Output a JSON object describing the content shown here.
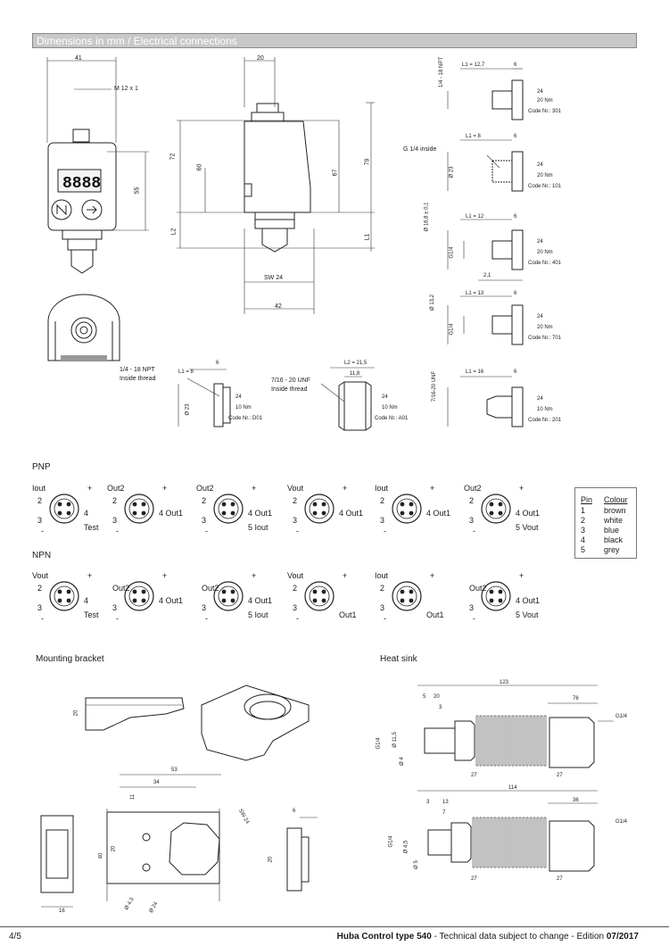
{
  "header": {
    "title": "Dimensions in mm / Electrical connections"
  },
  "front_view": {
    "dims": {
      "width": "41",
      "thread": "M 12 x 1",
      "height": "55"
    },
    "display": "8888"
  },
  "side_view": {
    "dims": {
      "top": "20",
      "h72": "72",
      "h60": "60",
      "h67": "67",
      "h79": "79",
      "l2": "L2",
      "l1": "L1",
      "sw": "SW 24",
      "w42": "42"
    }
  },
  "connectors": [
    {
      "l1": "L1 = 12,7",
      "w": "6",
      "left_dim": "1/4 - 18 NPT",
      "torque1": "24",
      "torque2": "20 Nm",
      "code": "Code Nr.: 301"
    },
    {
      "l1": "L1 = 8",
      "w": "6",
      "left_dim": "Ø 23",
      "label": "G 1/4 inside",
      "torque1": "24",
      "torque2": "20 Nm",
      "code": "Code Nr.: 101"
    },
    {
      "l1": "L1 = 12",
      "w": "6",
      "left_dim": "Ø 16,8 ± 0,1",
      "left_dim2": "G1/4",
      "extra": "2,1",
      "torque1": "24",
      "torque2": "20 Nm",
      "code": "Code Nr.: 401"
    },
    {
      "l1": "L1 = 13",
      "w": "6",
      "left_dim": "Ø 13,2",
      "left_dim2": "G1/4",
      "torque1": "24",
      "torque2": "20 Nm",
      "code": "Code Nr.: 701"
    },
    {
      "l1": "L1 = 16",
      "w": "6",
      "left_dim": "7/16-20 UNF",
      "torque1": "24",
      "torque2": "10 Nm",
      "code": "Code Nr.: 201"
    }
  ],
  "inside_threads": [
    {
      "title": "1/4 - 18 NPT",
      "subtitle": "Inside thread",
      "l1": "L1 = 8",
      "w": "6",
      "dia": "Ø 23",
      "torque1": "24",
      "torque2": "10 Nm",
      "code": "Code Nr.: D01"
    },
    {
      "title": "7/16 - 20 UNF",
      "subtitle": "Inside thread",
      "l2": "L2 = 21,5",
      "w": "11,8",
      "torque1": "24",
      "torque2": "10 Nm",
      "code": "Code Nr.: A01"
    }
  ],
  "pnp": {
    "label": "PNP",
    "diagrams": [
      {
        "tl": "Iout",
        "tr": "+",
        "r": "4",
        "bl": "-",
        "br": "Test",
        "l": "2",
        "b": "3",
        "extra": ""
      },
      {
        "tl": "Out2",
        "tr": "+",
        "r": "4 Out1",
        "bl": "-",
        "br": "",
        "l": "2",
        "b": "3",
        "extra": ""
      },
      {
        "tl": "Out2",
        "tr": "+",
        "r": "4 Out1",
        "bl": "-",
        "br": "5  Iout",
        "l": "2",
        "b": "3",
        "extra": ""
      },
      {
        "tl": "Vout",
        "tr": "+",
        "r": "4 Out1",
        "bl": "-",
        "br": "",
        "l": "2",
        "b": "3",
        "extra": ""
      },
      {
        "tl": "Iout",
        "tr": "+",
        "r": "4 Out1",
        "bl": "-",
        "br": "",
        "l": "2",
        "b": "3",
        "extra": ""
      },
      {
        "tl": "Out2",
        "tr": "+",
        "r": "4 Out1",
        "bl": "-",
        "br": "5  Vout",
        "l": "2",
        "b": "3",
        "extra": ""
      }
    ]
  },
  "npn": {
    "label": "NPN",
    "diagrams": [
      {
        "tl": "Vout",
        "tr": "+",
        "r": "4",
        "bl": "-",
        "br": "Test",
        "l": "2",
        "b": "3"
      },
      {
        "tl": "",
        "tr": "+",
        "r": "4 Out1",
        "bl": "-",
        "br": "",
        "l": "Out2",
        "b": "3"
      },
      {
        "tl": "",
        "tr": "+",
        "r": "4 Out1",
        "bl": "-",
        "br": "5  Iout",
        "l": "Out2",
        "b": "3"
      },
      {
        "tl": "Vout",
        "tr": "+",
        "r": "",
        "bl": "-",
        "br": "Out1",
        "l": "2",
        "b": "3"
      },
      {
        "tl": "Iout",
        "tr": "+",
        "r": "",
        "bl": "-",
        "br": "Out1",
        "l": "2",
        "b": "3"
      },
      {
        "tl": "",
        "tr": "+",
        "r": "4 Out1",
        "bl": "-",
        "br": "5  Vout",
        "l": "Out2",
        "b": "3"
      }
    ]
  },
  "pin_table": {
    "headers": [
      "Pin",
      "Colour"
    ],
    "rows": [
      [
        "1",
        "brown"
      ],
      [
        "2",
        "white"
      ],
      [
        "3",
        "blue"
      ],
      [
        "4",
        "black"
      ],
      [
        "5",
        "grey"
      ]
    ]
  },
  "mounting_bracket": {
    "title": "Mounting bracket",
    "dims": {
      "d20a": "20",
      "d53": "53",
      "d34": "34",
      "d11": "11",
      "d20b": "20",
      "d40": "40",
      "sw": "SW 24",
      "d43": "Ø 4,3",
      "d24": "Ø 24",
      "d6": "6",
      "d20c": "20",
      "d16": "16"
    }
  },
  "heat_sink": {
    "title": "Heat sink",
    "top": {
      "total": "123",
      "d76": "76",
      "d5": "5",
      "d20": "20",
      "d3": "3",
      "thread": "G1/4",
      "left": "G1/4",
      "d115": "Ø 11,5",
      "d4": "Ø 4",
      "sw1": "27",
      "sw2": "27"
    },
    "bottom": {
      "total": "114",
      "d36": "36",
      "d3": "3",
      "d13": "13",
      "d7": "7",
      "thread": "G1/4",
      "left": "G1/4",
      "d45": "Ø 4,5",
      "d5": "Ø 5",
      "sw1": "27",
      "sw2": "27"
    }
  },
  "footer": {
    "page": "4/5",
    "product": "Huba Control type 540",
    "note": " - Technical data subject to change - Edition ",
    "edition": "07/2017"
  }
}
